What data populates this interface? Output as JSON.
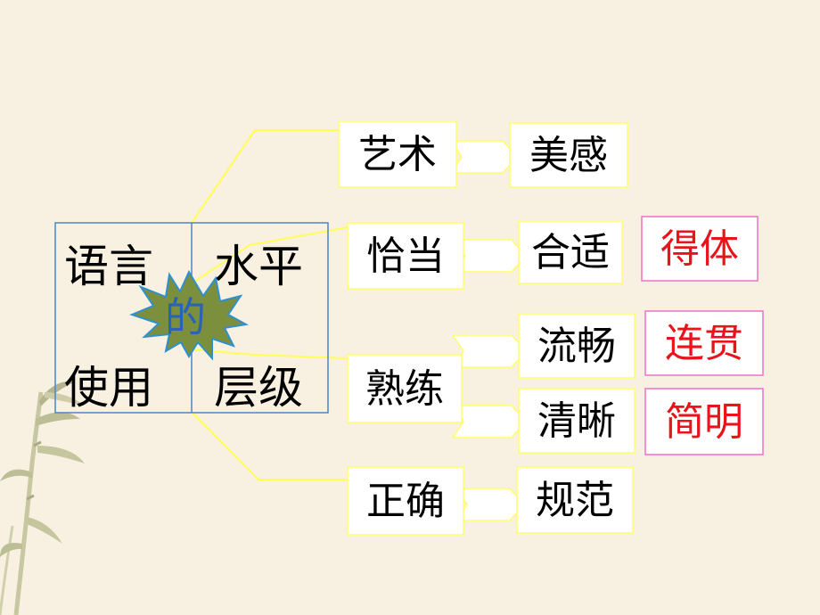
{
  "center": {
    "q1": "语言",
    "q2": "水平",
    "q3": "使用",
    "q4": "层级",
    "star": "的"
  },
  "rows": {
    "art": {
      "left": "艺术",
      "right": "美感"
    },
    "apt": {
      "left": "恰当",
      "right": "合适",
      "extra": "得体"
    },
    "fluent": {
      "left": "熟练",
      "right_a": "流畅",
      "extra_a": "连贯",
      "right_b": "清晰",
      "extra_b": "简明"
    },
    "correct": {
      "left": "正确",
      "right": "规范"
    }
  },
  "colors": {
    "background": "#f8f1e1",
    "connector": "#ffff55",
    "box_border_yellow": "#ffff66",
    "box_border_pink": "#f06fc8",
    "center_border": "#4a86c8",
    "star_fill": "#7b8f3d",
    "star_stroke": "#2f8fcf",
    "red_text": "#e8141b",
    "bamboo": "#a9ad7c"
  }
}
